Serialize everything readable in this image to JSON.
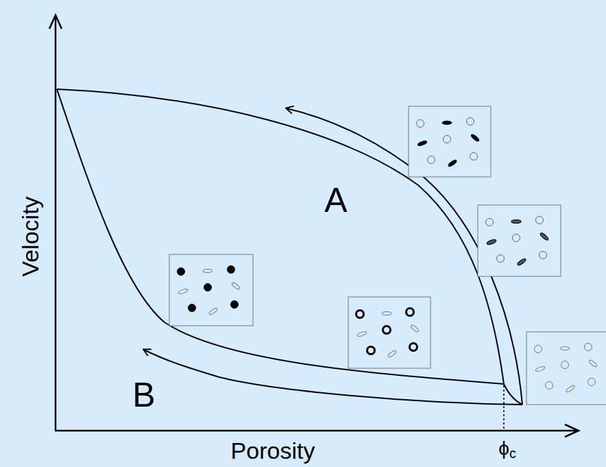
{
  "diagram": {
    "labels": [
      "Velocity",
      "Porosity",
      "ϕc",
      "A",
      "B"
    ]
  }
}
